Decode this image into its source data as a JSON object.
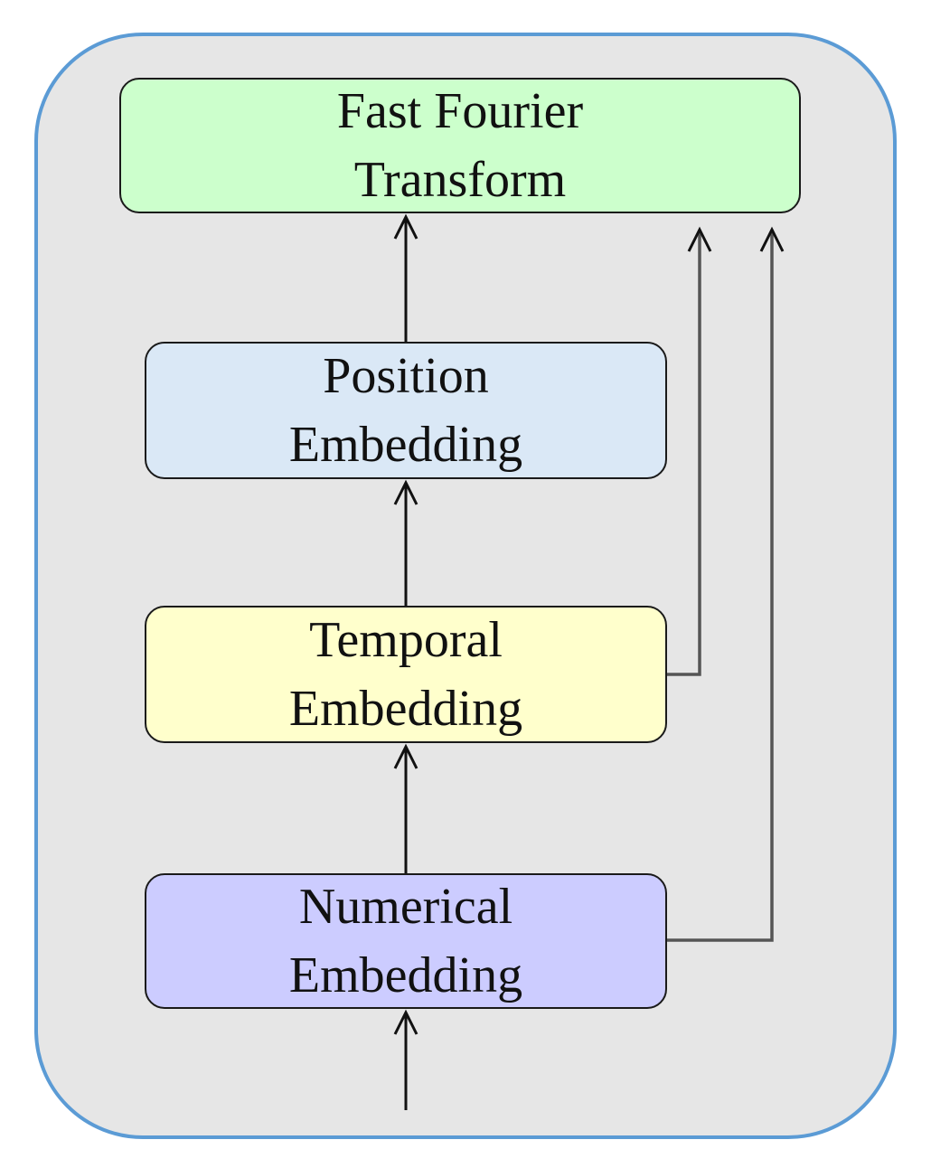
{
  "nodes": {
    "fft": {
      "line1": "Fast Fourier",
      "line2": "Transform",
      "fill": "#ccffcc"
    },
    "position": {
      "line1": "Position",
      "line2": "Embedding",
      "fill": "#dae8f6"
    },
    "temporal": {
      "line1": "Temporal",
      "line2": "Embedding",
      "fill": "#ffffcc"
    },
    "numerical": {
      "line1": "Numerical",
      "line2": "Embedding",
      "fill": "#ccccff"
    }
  },
  "edges": [
    {
      "from": "input",
      "to": "numerical"
    },
    {
      "from": "numerical",
      "to": "temporal"
    },
    {
      "from": "temporal",
      "to": "position"
    },
    {
      "from": "position",
      "to": "fft"
    },
    {
      "from": "temporal",
      "to": "fft"
    },
    {
      "from": "numerical",
      "to": "fft"
    }
  ],
  "colors": {
    "frame_border": "#5b9bd5",
    "frame_fill": "#e6e6e6",
    "main_arrow": "#111111",
    "skip_arrow": "#555555"
  }
}
